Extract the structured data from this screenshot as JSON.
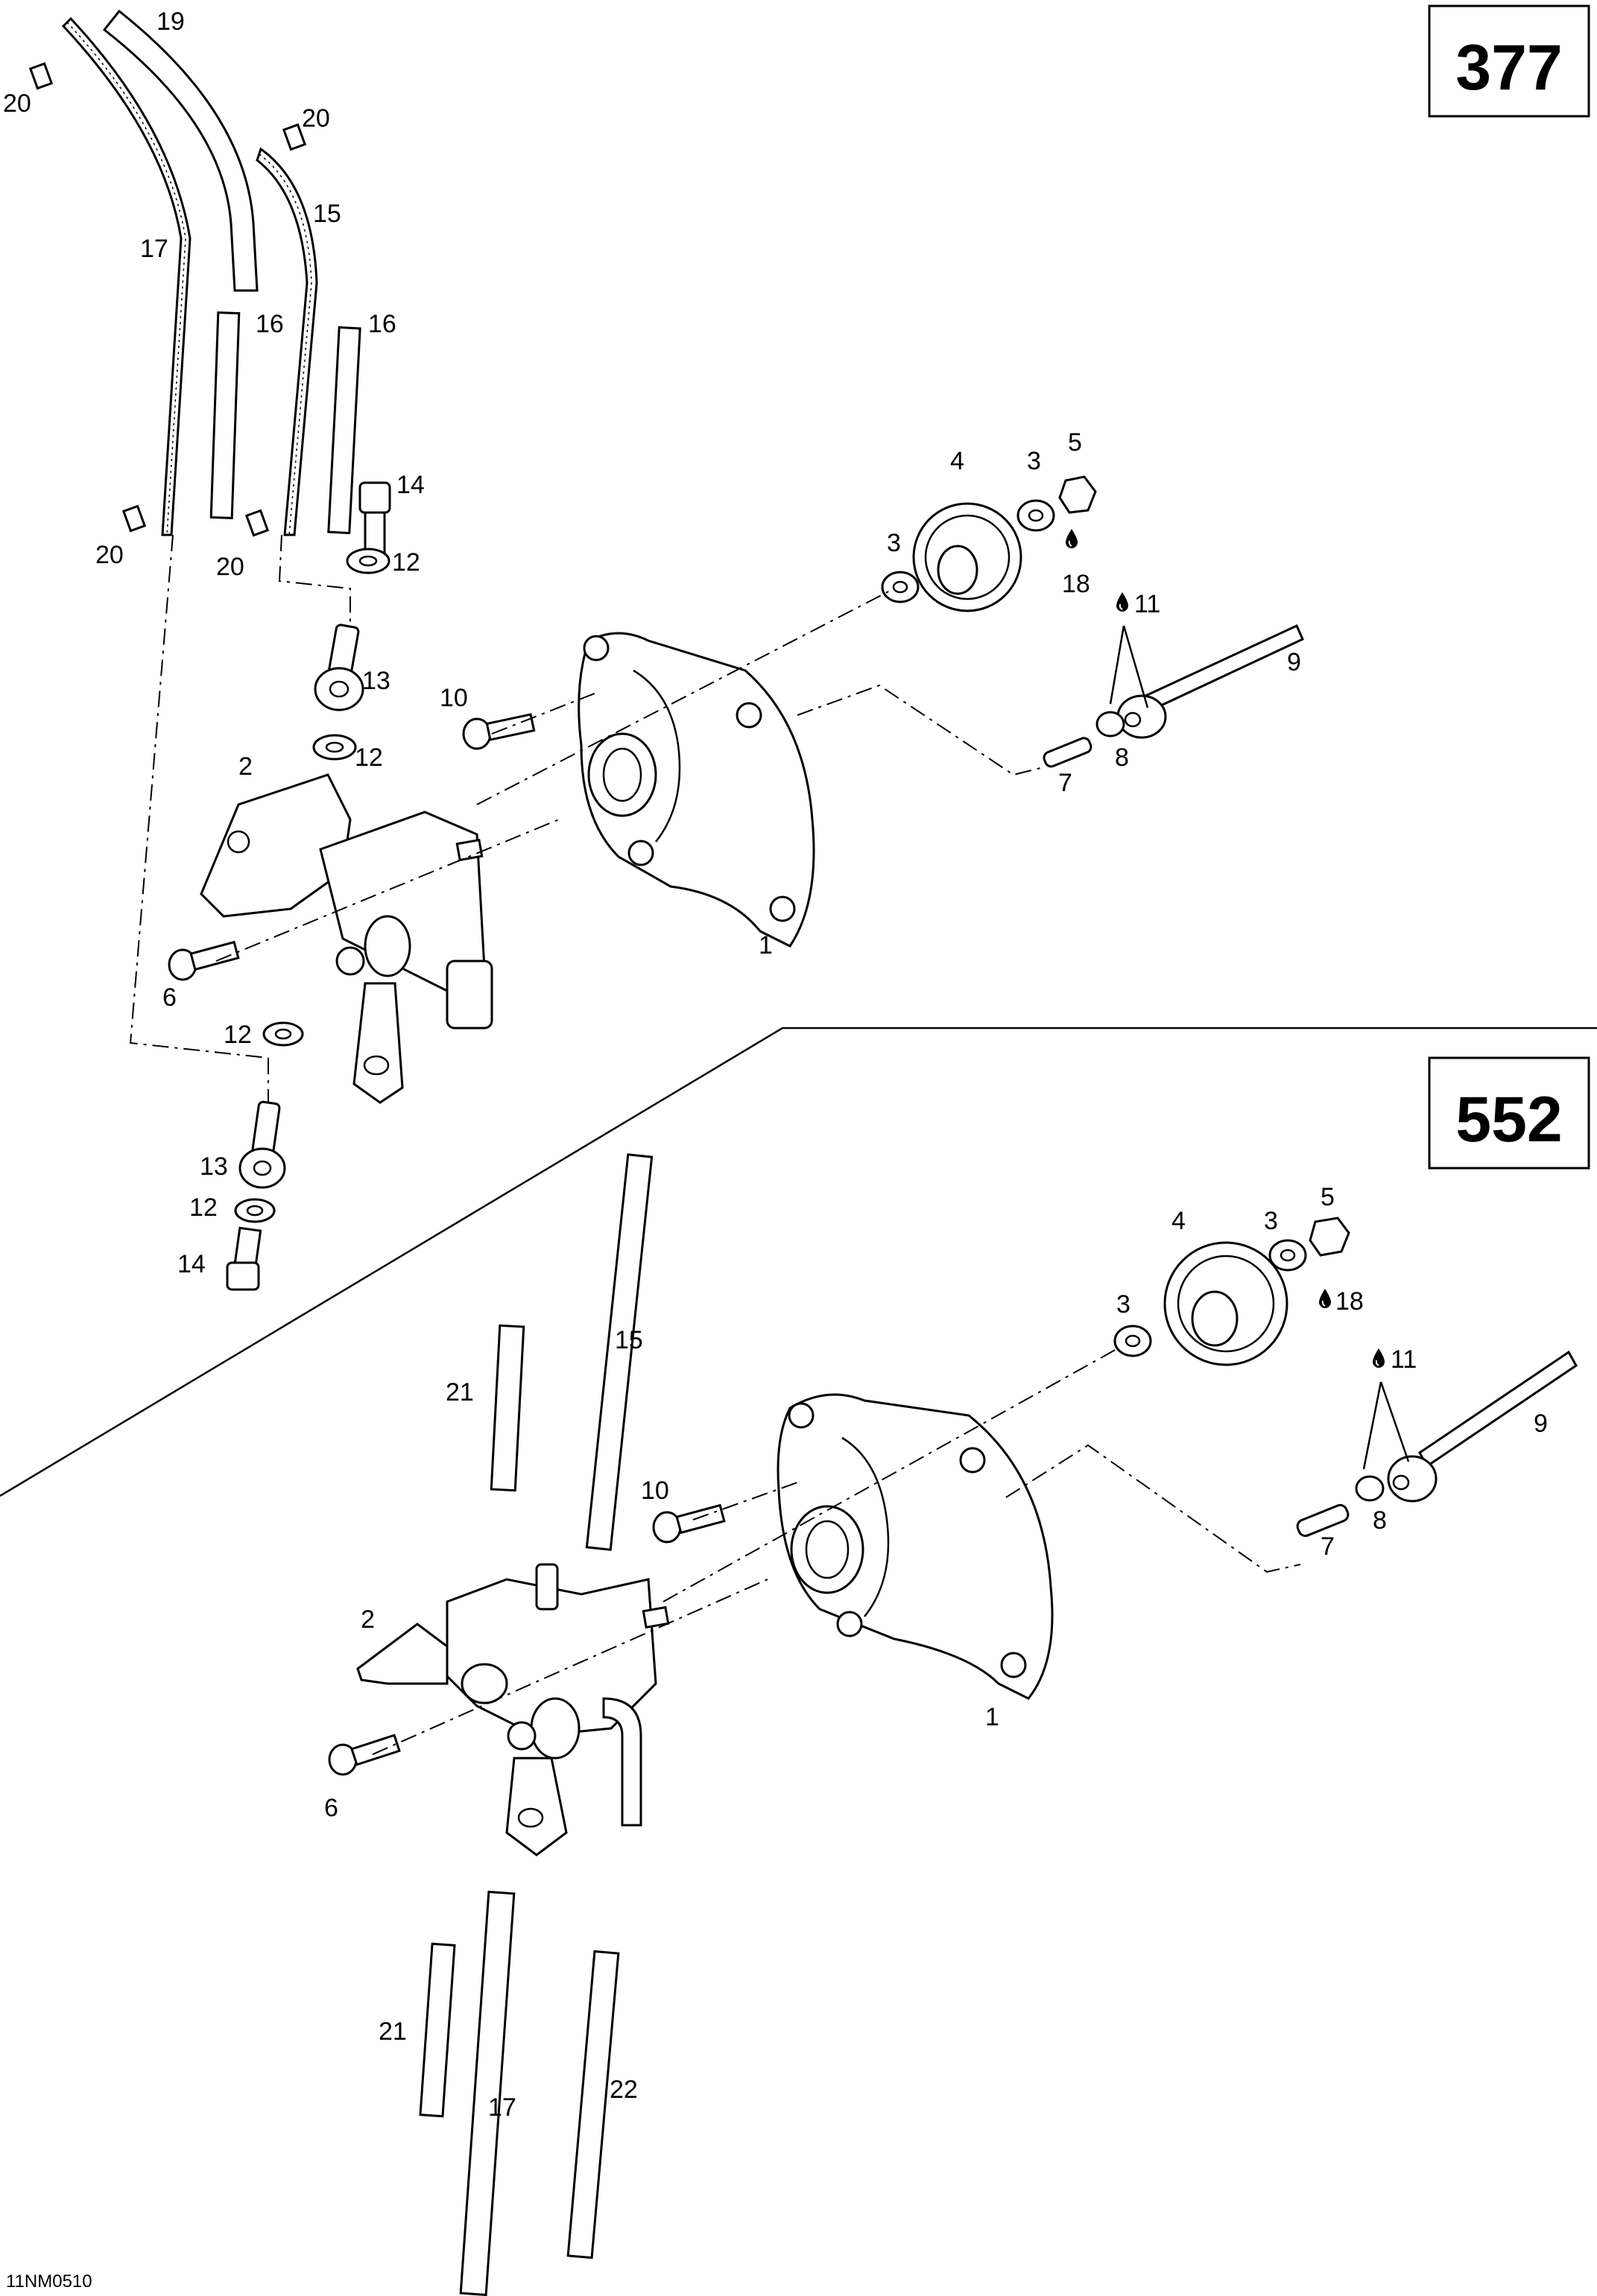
{
  "figure_code": "11NM0510",
  "colors": {
    "ink": "#000000",
    "paper": "#ffffff"
  },
  "icons": {
    "lubricant": "oil-drop-icon"
  },
  "sections": [
    {
      "engine": "377",
      "labels": [
        {
          "id": "s1-l19",
          "text": "19"
        },
        {
          "id": "s1-l20a",
          "text": "20"
        },
        {
          "id": "s1-l20b",
          "text": "20"
        },
        {
          "id": "s1-l15",
          "text": "15"
        },
        {
          "id": "s1-l17",
          "text": "17"
        },
        {
          "id": "s1-l16a",
          "text": "16"
        },
        {
          "id": "s1-l16b",
          "text": "16"
        },
        {
          "id": "s1-l14",
          "text": "14"
        },
        {
          "id": "s1-l20c",
          "text": "20"
        },
        {
          "id": "s1-l20d",
          "text": "20"
        },
        {
          "id": "s1-l12a",
          "text": "12"
        },
        {
          "id": "s1-l13a",
          "text": "13"
        },
        {
          "id": "s1-l12b",
          "text": "12"
        },
        {
          "id": "s1-l2",
          "text": "2"
        },
        {
          "id": "s1-l10",
          "text": "10"
        },
        {
          "id": "s1-l4",
          "text": "4"
        },
        {
          "id": "s1-l3a",
          "text": "3"
        },
        {
          "id": "s1-l5",
          "text": "5"
        },
        {
          "id": "s1-l3b",
          "text": "3"
        },
        {
          "id": "s1-l18",
          "text": "18"
        },
        {
          "id": "s1-l11",
          "text": "11"
        },
        {
          "id": "s1-l9",
          "text": "9"
        },
        {
          "id": "s1-l8",
          "text": "8"
        },
        {
          "id": "s1-l7",
          "text": "7"
        },
        {
          "id": "s1-l1",
          "text": "1"
        },
        {
          "id": "s1-l6",
          "text": "6"
        },
        {
          "id": "s1-l12c",
          "text": "12"
        },
        {
          "id": "s1-l13b",
          "text": "13"
        },
        {
          "id": "s1-l12d",
          "text": "12"
        },
        {
          "id": "s1-l14b",
          "text": "14"
        }
      ]
    },
    {
      "engine": "552",
      "labels": [
        {
          "id": "s2-l5",
          "text": "5"
        },
        {
          "id": "s2-l4",
          "text": "4"
        },
        {
          "id": "s2-l3a",
          "text": "3"
        },
        {
          "id": "s2-l18",
          "text": "18"
        },
        {
          "id": "s2-l3b",
          "text": "3"
        },
        {
          "id": "s2-l11",
          "text": "11"
        },
        {
          "id": "s2-l9",
          "text": "9"
        },
        {
          "id": "s2-l15",
          "text": "15"
        },
        {
          "id": "s2-l21a",
          "text": "21"
        },
        {
          "id": "s2-l10",
          "text": "10"
        },
        {
          "id": "s2-l8",
          "text": "8"
        },
        {
          "id": "s2-l7",
          "text": "7"
        },
        {
          "id": "s2-l2",
          "text": "2"
        },
        {
          "id": "s2-l1",
          "text": "1"
        },
        {
          "id": "s2-l6",
          "text": "6"
        },
        {
          "id": "s2-l21b",
          "text": "21"
        },
        {
          "id": "s2-l17",
          "text": "17"
        },
        {
          "id": "s2-l22",
          "text": "22"
        }
      ]
    }
  ]
}
